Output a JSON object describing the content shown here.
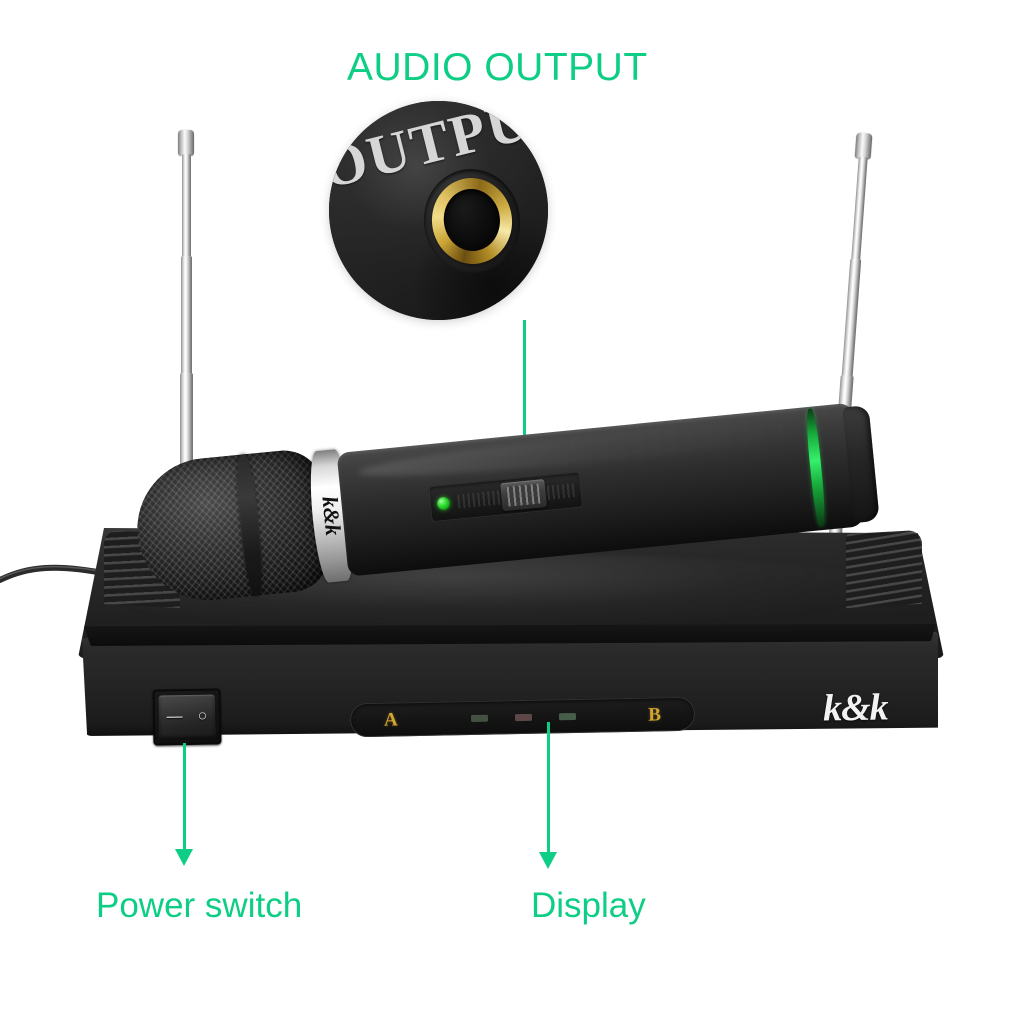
{
  "product": {
    "brand": "k&k",
    "type": "VHF Dual-Channel Wireless Microphone System"
  },
  "annotations": [
    {
      "id": "audio-output",
      "label": "AUDIO OUTPUT",
      "color": "#0ECE85",
      "target": "6.35mm gold-plated jack on receiver"
    },
    {
      "id": "power-switch",
      "label": "Power switch",
      "color": "#0ECE85",
      "target": "rocker switch on receiver front panel"
    },
    {
      "id": "display",
      "label": "Display",
      "color": "#0ECE85",
      "target": "channel indicator strip on receiver front panel"
    }
  ],
  "magnifier": {
    "caption_text": "OUTPUT",
    "jack_color": "#D4AF37",
    "body_color": "#242424"
  },
  "receiver": {
    "logo": "k&k",
    "display": {
      "channel_a": "A",
      "channel_b": "B",
      "leds": [
        {
          "name": "led-left",
          "color": "#4c5a4a"
        },
        {
          "name": "led-center",
          "color": "#6a4f4f"
        },
        {
          "name": "led-right",
          "color": "#4f6a52"
        }
      ]
    },
    "power_switch": {
      "on_mark": "—",
      "off_mark": "○"
    }
  },
  "microphone": {
    "ring_logo": "k&k",
    "indicator_color": "#2ad62a",
    "id_ring_color": "#35F06A"
  },
  "colors": {
    "accent_green": "#0ECE85",
    "background": "#FFFFFF",
    "body_black": "#1E1E1E",
    "gold": "#D2A430"
  }
}
